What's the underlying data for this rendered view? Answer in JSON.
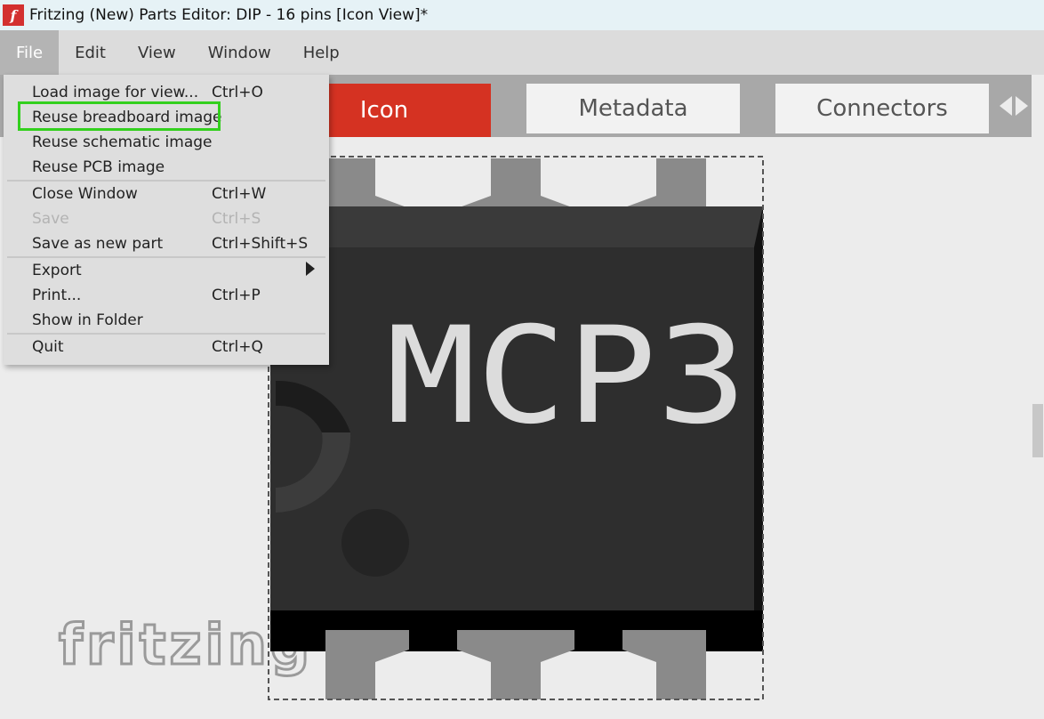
{
  "window": {
    "title": "Fritzing (New) Parts Editor: DIP - 16 pins [Icon View]*",
    "app_icon_glyph": "f"
  },
  "menubar": {
    "items": [
      "File",
      "Edit",
      "View",
      "Window",
      "Help"
    ]
  },
  "tabs": {
    "icon": "Icon",
    "metadata": "Metadata",
    "connectors": "Connectors"
  },
  "file_menu": {
    "load_image": {
      "label": "Load image for view...",
      "shortcut": "Ctrl+O"
    },
    "reuse_breadboard": {
      "label": "Reuse breadboard image"
    },
    "reuse_schematic": {
      "label": "Reuse schematic image"
    },
    "reuse_pcb": {
      "label": "Reuse PCB image"
    },
    "close_window": {
      "label": "Close Window",
      "shortcut": "Ctrl+W"
    },
    "save": {
      "label": "Save",
      "shortcut": "Ctrl+S"
    },
    "save_as_new": {
      "label": "Save as new part",
      "shortcut": "Ctrl+Shift+S"
    },
    "export": {
      "label": "Export"
    },
    "print": {
      "label": "Print...",
      "shortcut": "Ctrl+P"
    },
    "show_in_folder": {
      "label": "Show in Folder"
    },
    "quit": {
      "label": "Quit",
      "shortcut": "Ctrl+Q"
    }
  },
  "canvas": {
    "chip_label": "MCP3",
    "watermark": "fritzing"
  },
  "colors": {
    "accent_tab": "#d53222",
    "highlight": "#33d01e"
  }
}
